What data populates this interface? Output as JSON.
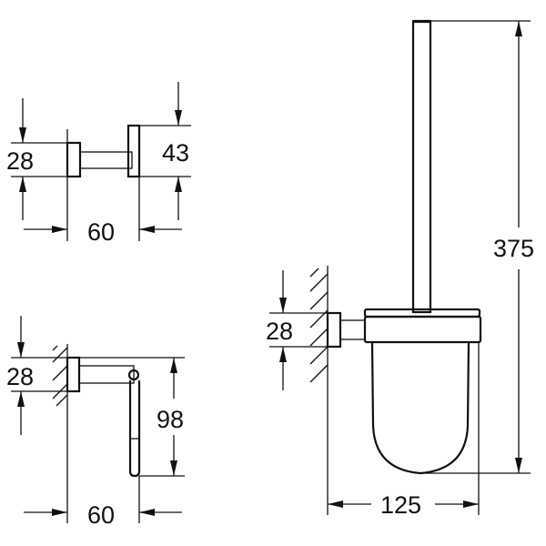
{
  "drawing": {
    "type": "technical dimension drawing",
    "units": "mm",
    "items": [
      {
        "name": "robe hook",
        "dimensions": {
          "rosette_diameter": "28",
          "height": "43",
          "projection": "60"
        }
      },
      {
        "name": "toilet paper holder",
        "dimensions": {
          "rosette_diameter": "28",
          "height": "98",
          "projection": "60"
        }
      },
      {
        "name": "toilet brush set",
        "dimensions": {
          "rosette_diameter": "28",
          "total_height": "375",
          "projection": "125"
        }
      }
    ]
  },
  "labels": {
    "hook_28": "28",
    "hook_43": "43",
    "hook_60": "60",
    "holder_28": "28",
    "holder_98": "98",
    "holder_60": "60",
    "brush_28": "28",
    "brush_375": "375",
    "brush_125": "125"
  }
}
